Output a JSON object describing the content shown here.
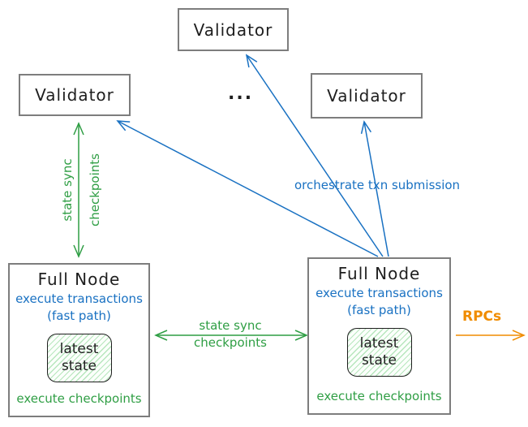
{
  "validators": {
    "top": "Validator",
    "left": "Validator",
    "right": "Validator",
    "ellipsis": "..."
  },
  "full_node_left": {
    "title": "Full Node",
    "fast_path": "execute transactions\n(fast path)",
    "state": "latest\nstate",
    "checkpoints": "execute checkpoints"
  },
  "full_node_right": {
    "title": "Full Node",
    "fast_path": "execute transactions\n(fast path)",
    "state": "latest\nstate",
    "checkpoints": "execute checkpoints"
  },
  "edge_labels": {
    "left_state_sync": "state sync\ncheckpoints",
    "middle_state_sync": "state sync\ncheckpoints",
    "orchestrate": "orchestrate txn submission",
    "rpcs": "RPCs"
  },
  "edges": [
    {
      "name": "state-sync-vertical",
      "from": "validator-left",
      "to": "full-node-left",
      "type": "double-arrow",
      "color": "#2f9e44",
      "label": "state sync checkpoints"
    },
    {
      "name": "state-sync-horizontal",
      "from": "full-node-left",
      "to": "full-node-right",
      "type": "double-arrow",
      "color": "#2f9e44",
      "label": "state sync checkpoints"
    },
    {
      "name": "orchestrate-to-left-validator",
      "from": "full-node-right",
      "to": "validator-left",
      "type": "arrow",
      "color": "#1971c2",
      "label": "orchestrate txn submission"
    },
    {
      "name": "orchestrate-to-top-validator",
      "from": "full-node-right",
      "to": "validator-top",
      "type": "arrow",
      "color": "#1971c2",
      "label": "orchestrate txn submission"
    },
    {
      "name": "orchestrate-to-right-validator",
      "from": "full-node-right",
      "to": "validator-right",
      "type": "arrow",
      "color": "#1971c2",
      "label": "orchestrate txn submission"
    },
    {
      "name": "rpcs",
      "from": "full-node-right",
      "to": "external",
      "type": "arrow",
      "color": "#f08c00",
      "label": "RPCs"
    }
  ],
  "colors": {
    "blue": "#1971c2",
    "green": "#2f9e44",
    "orange": "#f08c00",
    "box_border_gray": "#7d7d7d",
    "text_black": "#1e1e1e",
    "state_fill_hatch_green": "#b7e6bd"
  }
}
